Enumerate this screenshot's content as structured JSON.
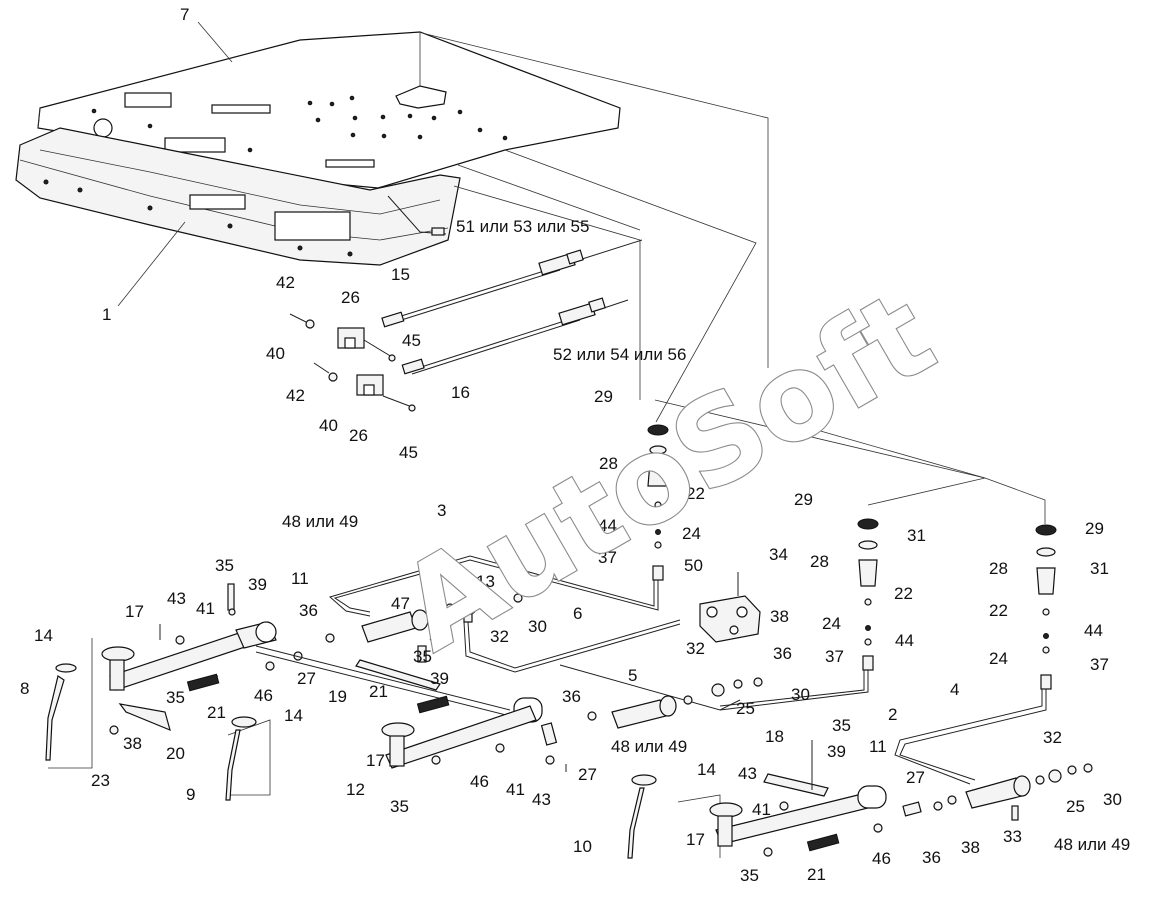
{
  "watermark": "AutoSoft",
  "labels": {
    "l7": "7",
    "l1": "1",
    "l51": "51 или 53 или 55",
    "l52": "52 или 54 или 56",
    "l15": "15",
    "l16": "16",
    "l26a": "26",
    "l26b": "26",
    "l42a": "42",
    "l42b": "42",
    "l40a": "40",
    "l40b": "40",
    "l45a": "45",
    "l45b": "45",
    "l29a": "29",
    "l31a": "31",
    "l28a": "28",
    "l22a": "22",
    "l44a": "44",
    "l24a": "24",
    "l37a": "37",
    "l34": "34",
    "l50": "50",
    "l38a": "38",
    "l36a": "36",
    "l29b": "29",
    "l31b": "31",
    "l28b": "28",
    "l22b": "22",
    "l24b": "24",
    "l44b": "44",
    "l37b": "37",
    "l29c": "29",
    "l31c": "31",
    "l28c": "28",
    "l22c": "22",
    "l44c": "44",
    "l24c": "24",
    "l37c": "37",
    "l48a": "48 или 49",
    "l3": "3",
    "l35a": "35",
    "l39a": "39",
    "l11a": "11",
    "l17a": "17",
    "l43a": "43",
    "l41a": "41",
    "l36b": "36",
    "l47": "47",
    "l13": "13",
    "l32a": "32",
    "l32b": "32",
    "l30a": "30",
    "l6": "6",
    "l14a": "14",
    "l8": "8",
    "l35b": "35",
    "l21a": "21",
    "l46a": "46",
    "l27a": "27",
    "l35c": "35",
    "l39b": "39",
    "l19": "19",
    "l21b": "21",
    "l5": "5",
    "l32c": "32",
    "l30b": "30",
    "l25a": "25",
    "l2": "2",
    "l36c": "36",
    "l38b": "38",
    "l20": "20",
    "l14b": "14",
    "l23": "23",
    "l9": "9",
    "l17b": "17",
    "l12": "12",
    "l35d": "35",
    "l46b": "46",
    "l41b": "41",
    "l43b": "43",
    "l27b": "27",
    "l48b": "48 или 49",
    "l4": "4",
    "l18": "18",
    "l35e": "35",
    "l39c": "39",
    "l11b": "11",
    "l43c": "43",
    "l41c": "41",
    "l14c": "14",
    "l10": "10",
    "l17c": "17",
    "l35f": "35",
    "l21c": "21",
    "l46c": "46",
    "l27c": "27",
    "l36d": "36",
    "l38c": "38",
    "l33": "33",
    "l32d": "32",
    "l25b": "25",
    "l30c": "30",
    "l48c": "48 или 49"
  }
}
